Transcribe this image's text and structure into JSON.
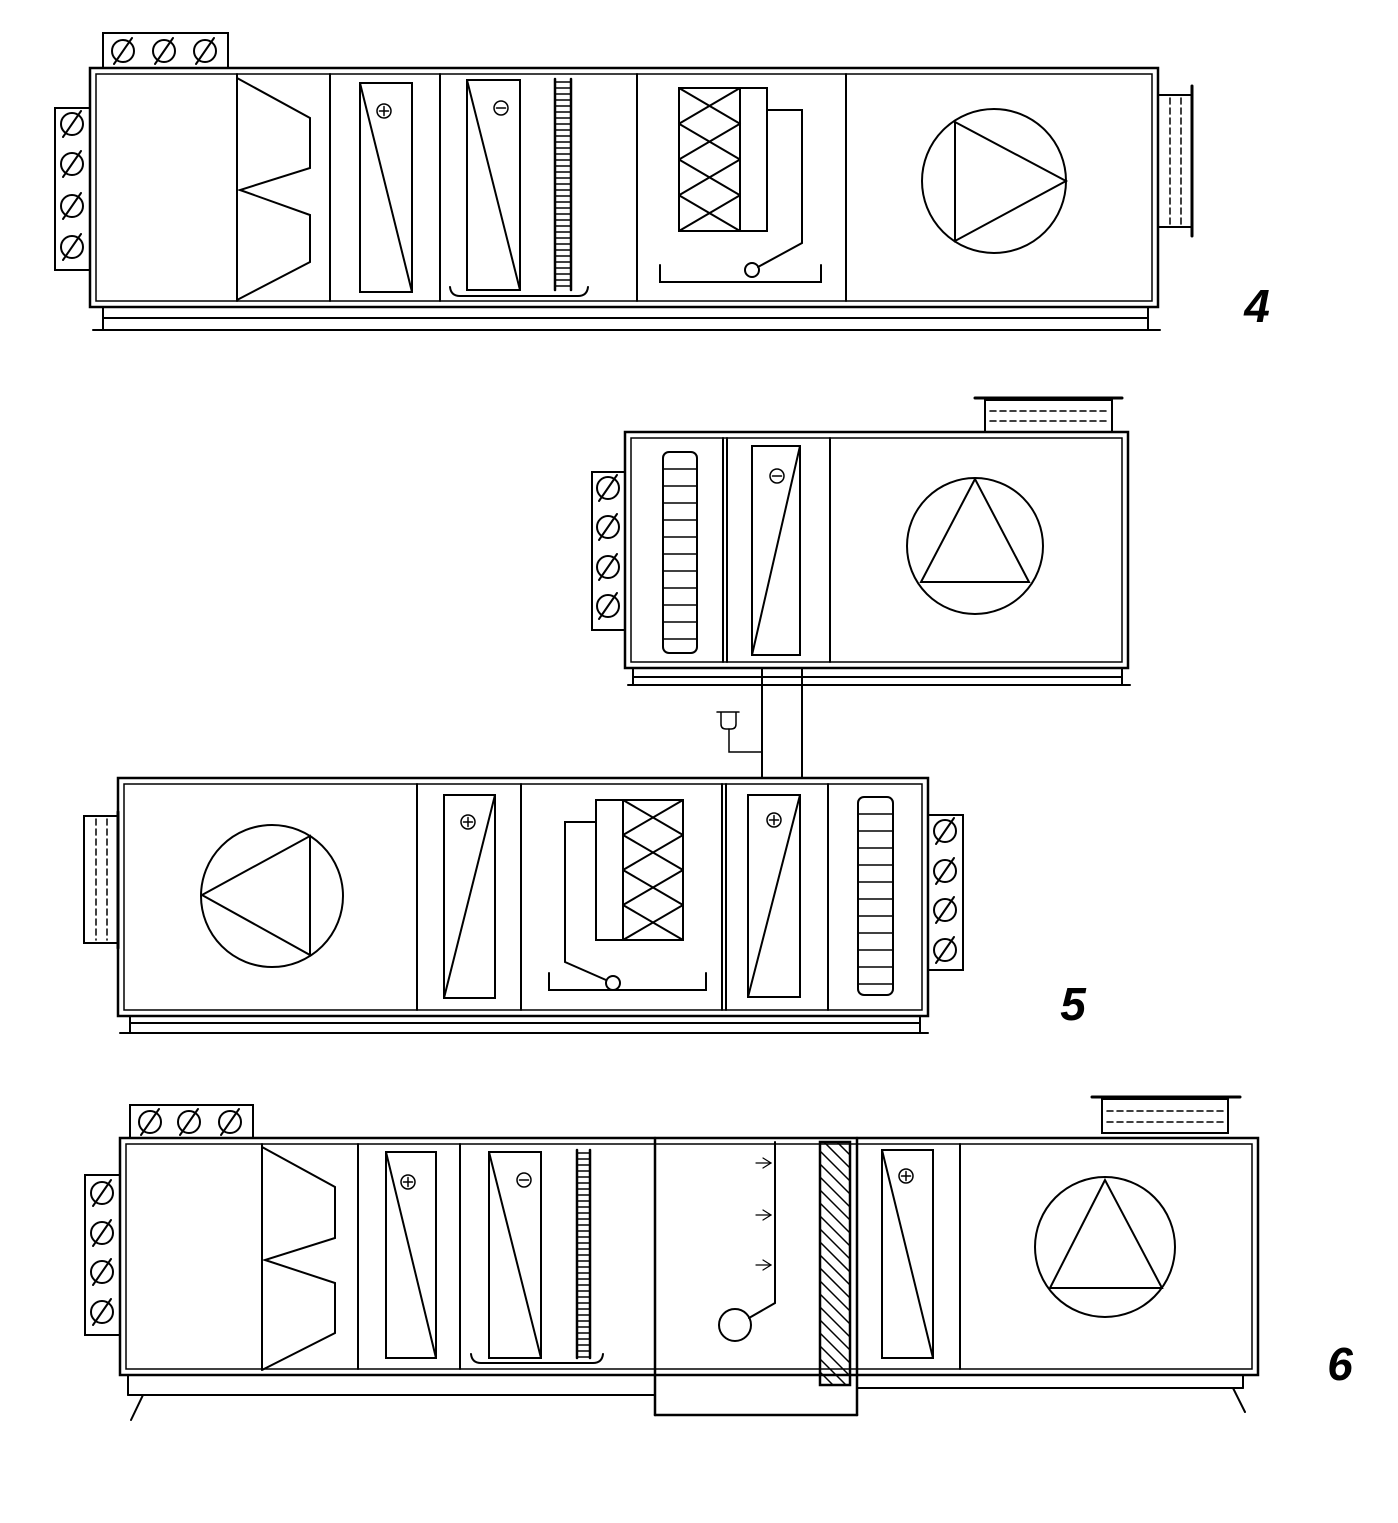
{
  "labels": {
    "unit4": "4",
    "unit5": "5",
    "unit6": "6"
  },
  "colors": {
    "stroke": "#000000",
    "background": "#ffffff"
  }
}
